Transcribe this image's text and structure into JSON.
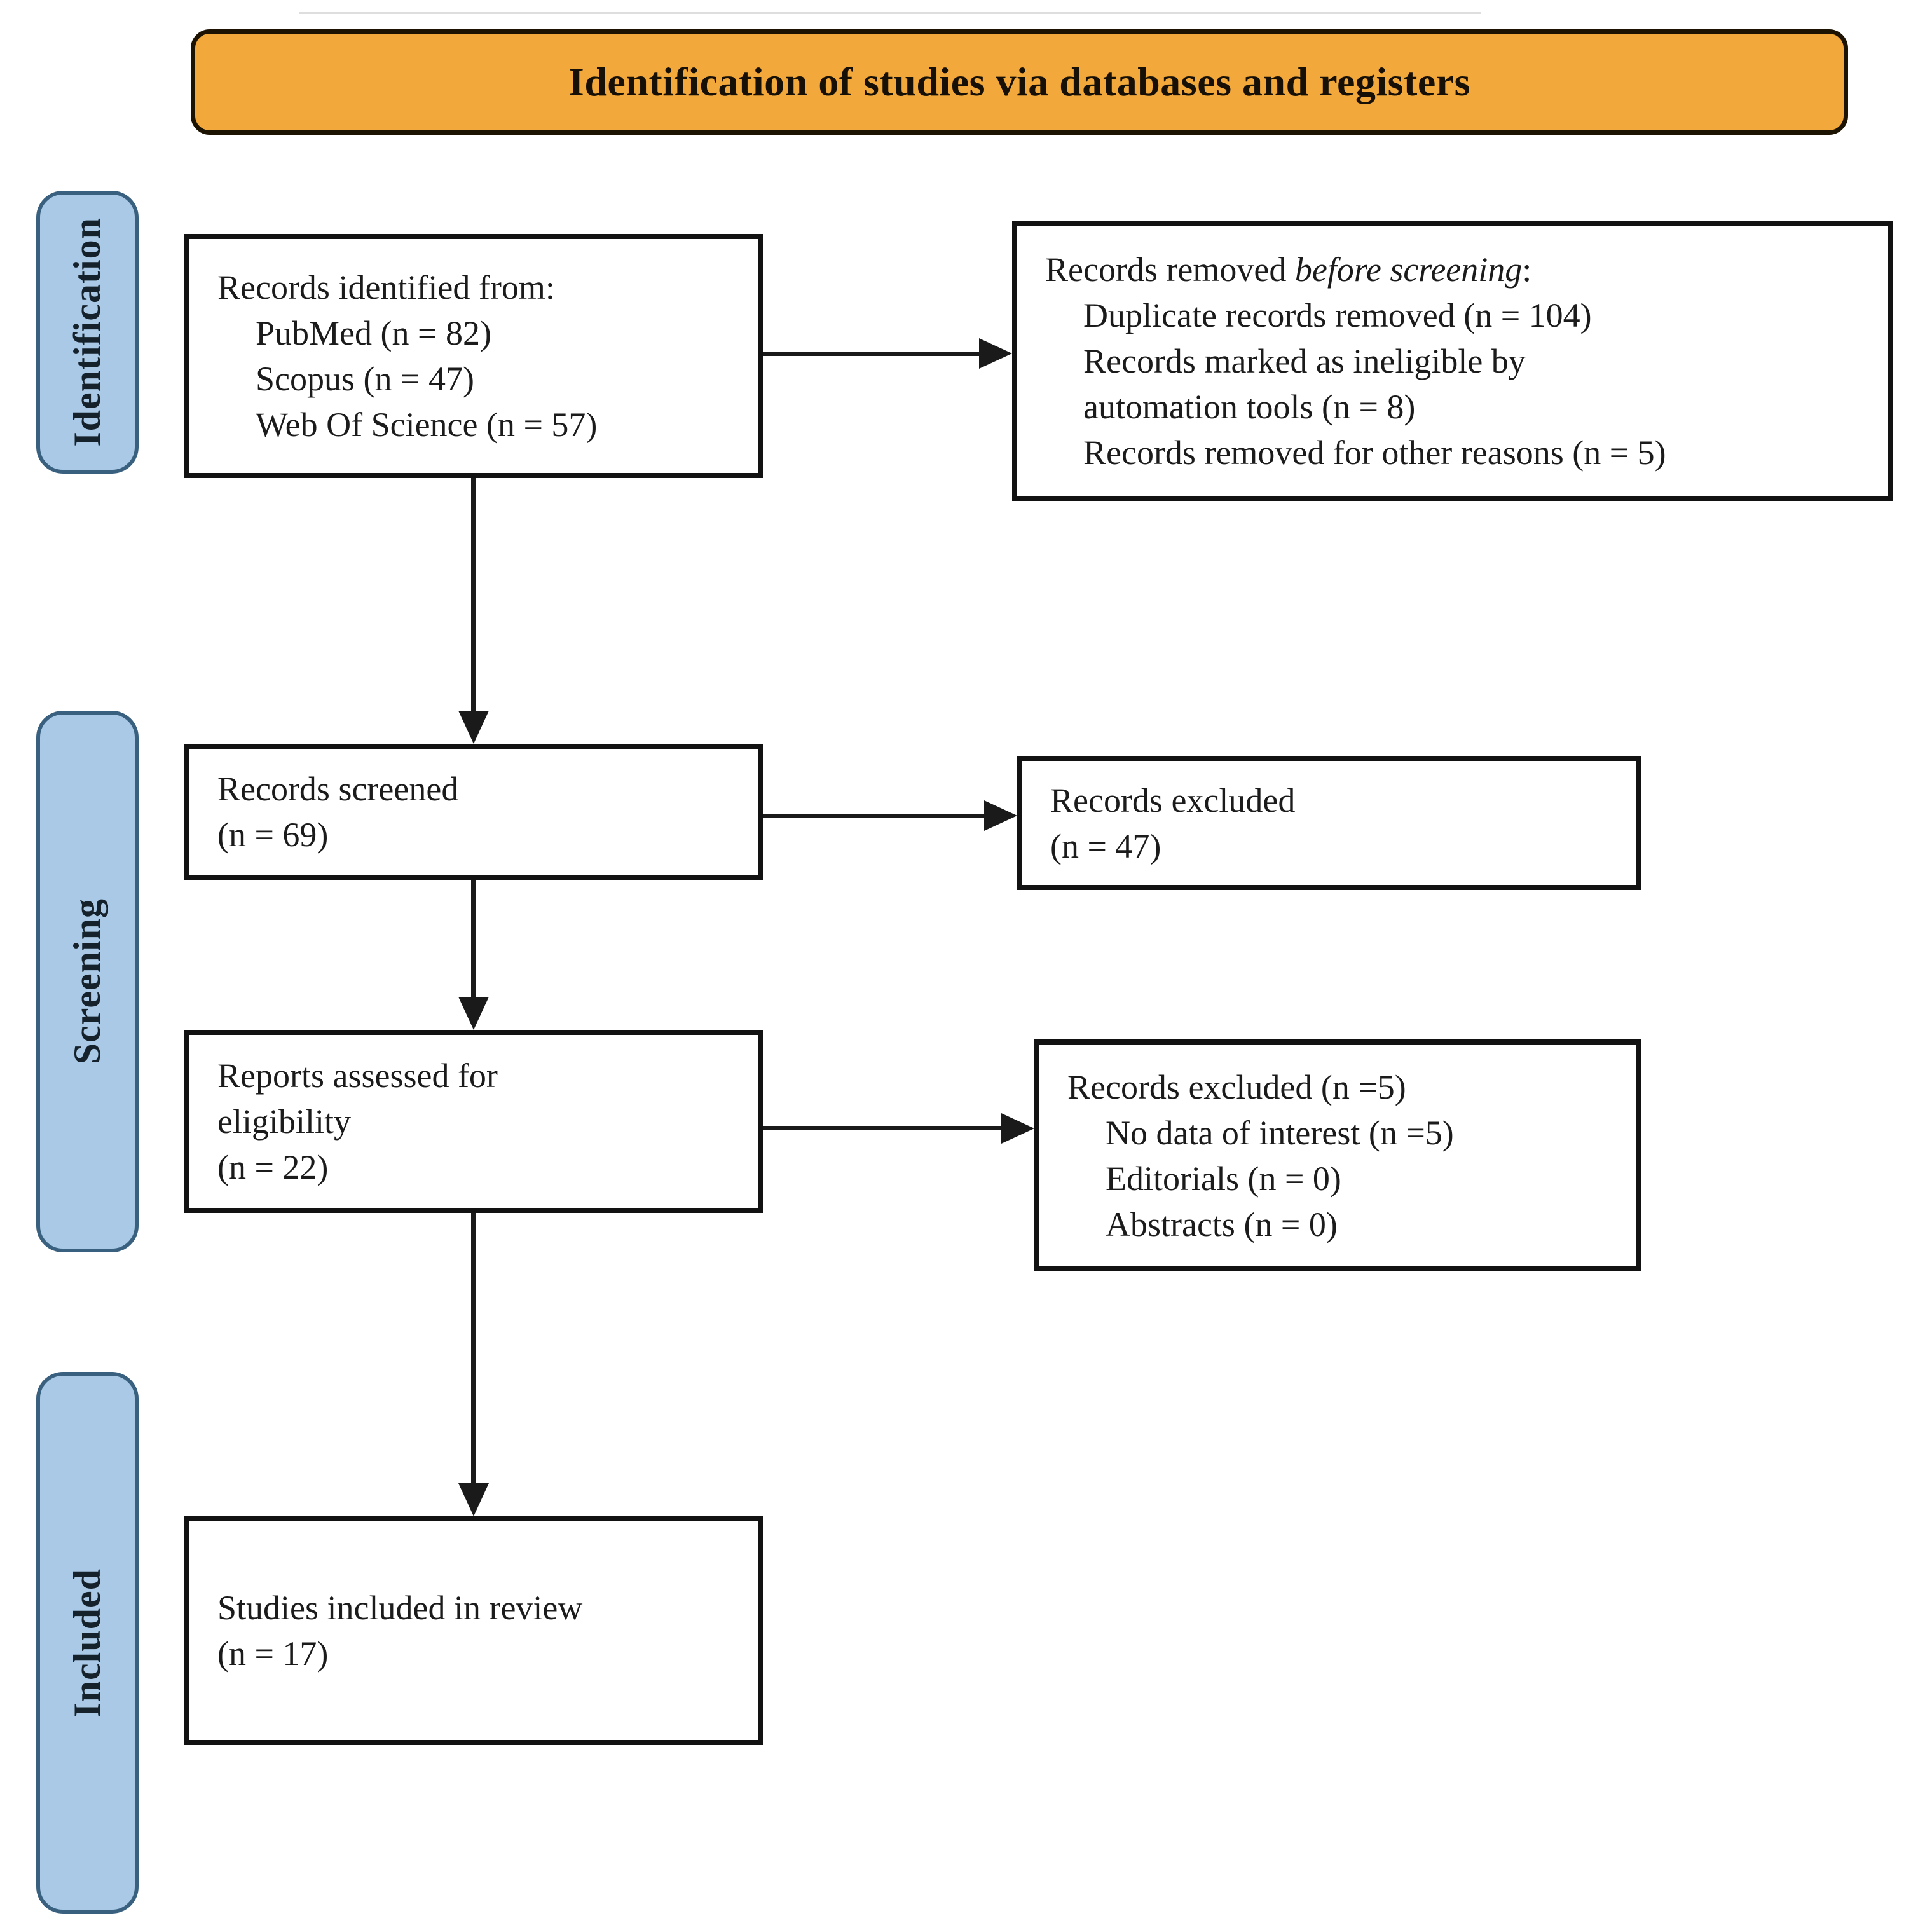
{
  "banner": {
    "title": "Identification of studies via databases and registers"
  },
  "stages": [
    {
      "label": "Identification"
    },
    {
      "label": "Screening"
    },
    {
      "label": "Included"
    }
  ],
  "boxes": {
    "identified": {
      "heading": "Records identified from:",
      "items": [
        "PubMed (n = 82)",
        "Scopus (n = 47)",
        "Web Of Science (n = 57)"
      ]
    },
    "removed": {
      "prefix": "Records removed ",
      "italic": "before screening",
      "suffix": ":",
      "items": [
        "Duplicate records removed (n = 104)",
        "Records marked as ineligible by",
        "automation tools (n = 8)",
        "Records removed for other reasons (n = 5)"
      ]
    },
    "screened": {
      "lines": [
        "Records screened",
        "(n = 69)"
      ]
    },
    "excluded": {
      "lines": [
        "Records excluded",
        "(n = 47)"
      ]
    },
    "assessed": {
      "lines": [
        "Reports assessed for",
        "eligibility",
        "(n = 22)"
      ]
    },
    "excluded_reports": {
      "heading": "Records excluded (n =5)",
      "items": [
        "No data of interest (n =5)",
        "Editorials (n = 0)",
        "Abstracts (n = 0)"
      ]
    },
    "included": {
      "lines": [
        "Studies included in review",
        "(n = 17)"
      ]
    }
  },
  "colors": {
    "banner_fill": "#F2A83B",
    "banner_border": "#1C1302",
    "stage_fill": "#A9C9E6",
    "stage_border": "#39617F",
    "stage_text": "#15222C",
    "box_border": "#121212",
    "text": "#1B1B1B",
    "arrow": "#1A1A1A"
  }
}
